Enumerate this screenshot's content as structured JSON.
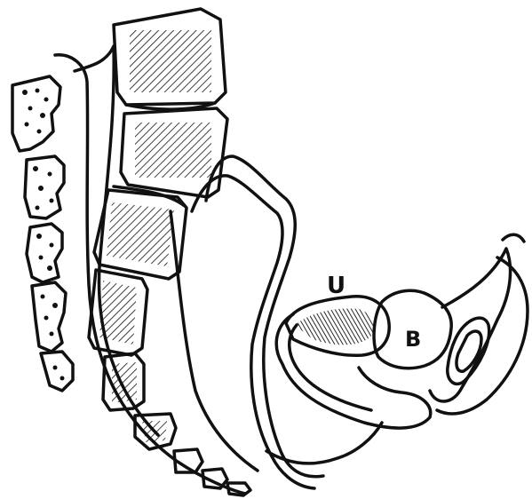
{
  "labels": {
    "uterus": "U",
    "bladder": "B"
  },
  "colors": {
    "ink": "#111111",
    "paper": "#ffffff"
  },
  "icons": {
    "vertebra": "vertebra-block",
    "hatch": "diagonal-hatching"
  }
}
